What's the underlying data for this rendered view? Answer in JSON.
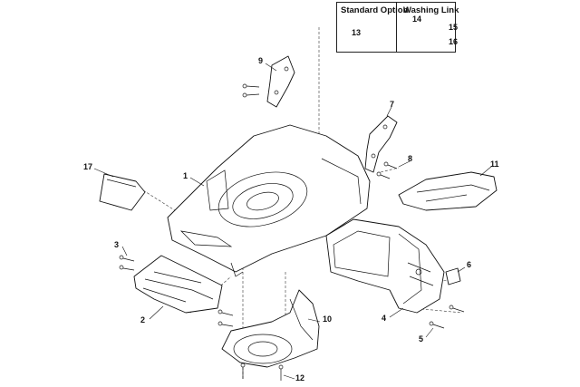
{
  "legend": {
    "standard_option": "Standard Option",
    "washing_link": "Washing Link"
  },
  "callouts": {
    "c1": "1",
    "c2": "2",
    "c3": "3",
    "c4": "4",
    "c5": "5",
    "c6": "6",
    "c7": "7",
    "c8": "8",
    "c9": "9",
    "c10": "10",
    "c11": "11",
    "c12": "12",
    "c13": "13",
    "c14": "14",
    "c15": "15",
    "c16": "16",
    "c17": "17"
  }
}
